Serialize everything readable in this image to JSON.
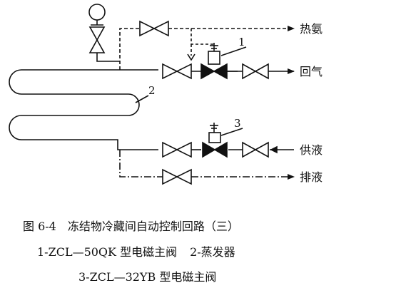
{
  "labels": {
    "hot_gas": "热氨",
    "return_gas": "回气",
    "supply_liquid": "供液",
    "drain_liquid": "排液"
  },
  "callouts": {
    "c1": "1",
    "c2": "2",
    "c3": "3"
  },
  "caption": {
    "title": "图 6-4　冻结物冷藏间自动控制回路（三）",
    "legend_1": "1-ZCL—50QK 型电磁主阀",
    "legend_2": "2-蒸发器",
    "legend_3": "3-ZCL—32YB 型电磁主阀"
  }
}
